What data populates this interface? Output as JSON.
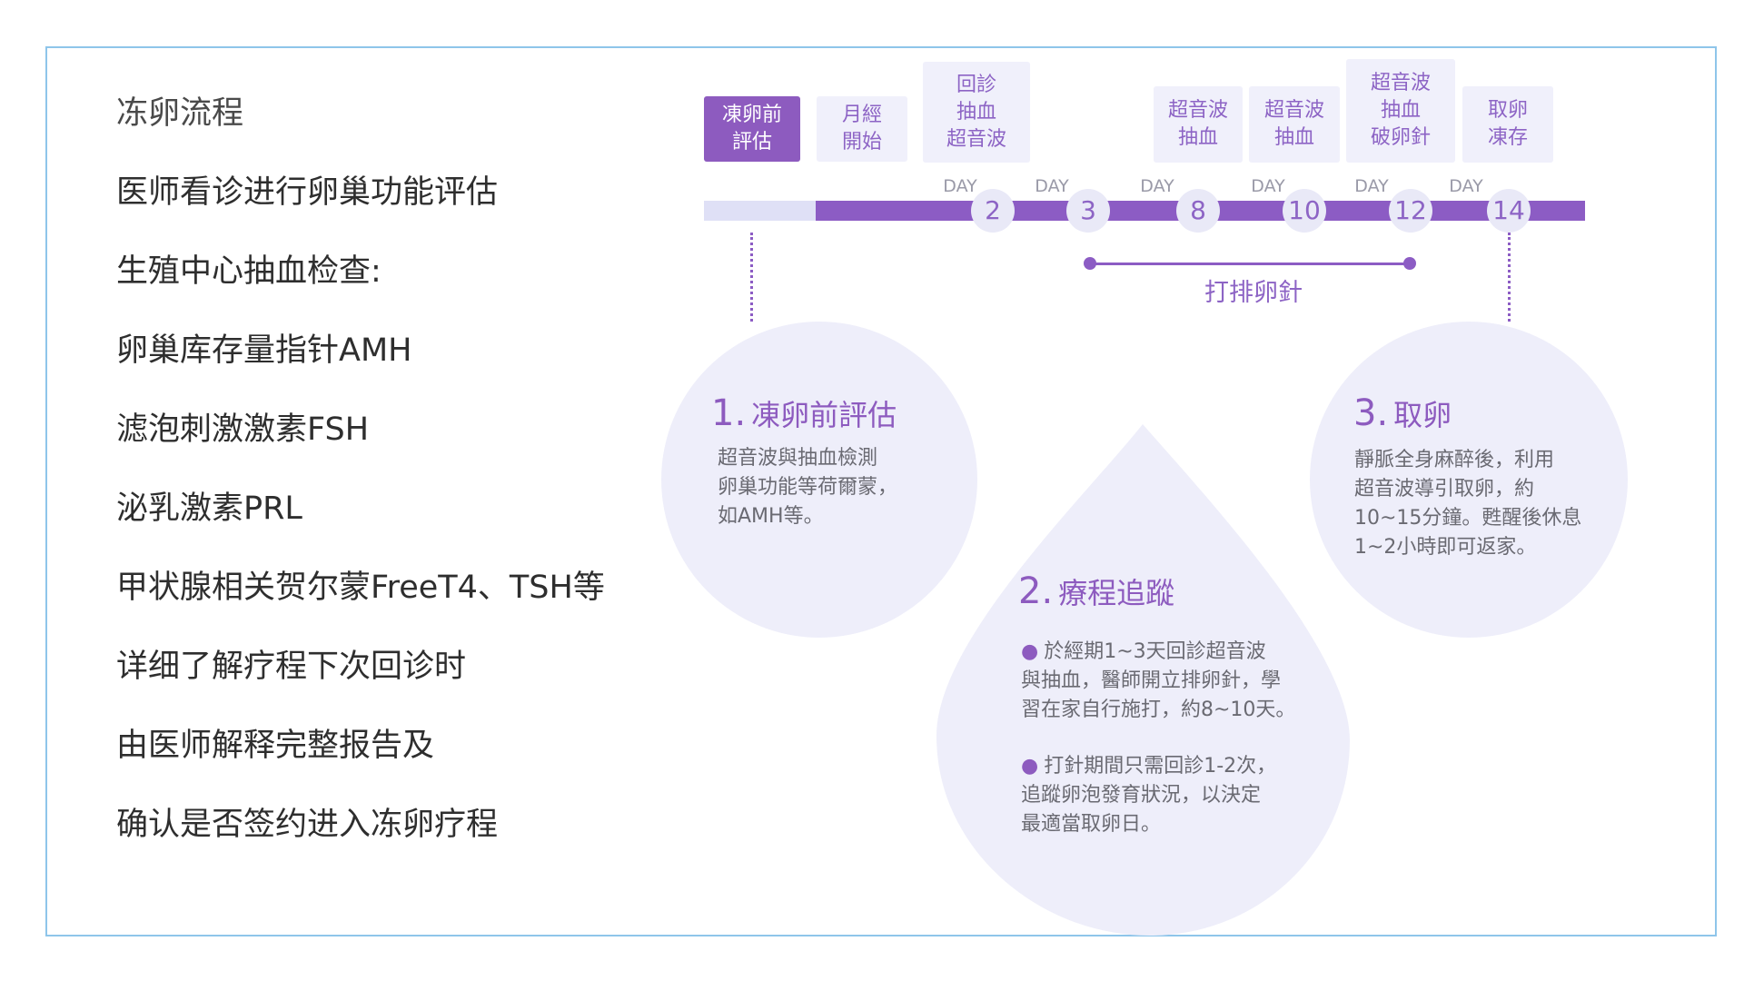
{
  "left_steps": [
    "冻卵流程",
    "医师看诊进行卵巢功能评估",
    "生殖中心抽血检查:",
    "卵巢库存量指针AMH",
    "滤泡刺激激素FSH",
    "泌乳激素PRL",
    "甲状腺相关贺尔蒙FreeT4、TSH等",
    "详细了解疗程下次回诊时",
    "由医师解释完整报告及",
    "确认是否签约进入冻卵疗程"
  ],
  "stages": [
    {
      "label": "凍卵前\n評估",
      "active": true
    },
    {
      "label": "月經\n開始",
      "active": false
    },
    {
      "label": "回診\n抽血\n超音波",
      "active": false
    },
    {
      "label": "超音波\n抽血",
      "active": false
    },
    {
      "label": "超音波\n抽血",
      "active": false
    },
    {
      "label": "超音波\n抽血\n破卵針",
      "active": false
    },
    {
      "label": "取卵\n凍存",
      "active": false
    }
  ],
  "timeline": {
    "day_word": "DAY",
    "days": [
      "2",
      "3",
      "8",
      "10",
      "12",
      "14"
    ],
    "injection_label": "打排卵針"
  },
  "cards": {
    "evaluation": {
      "number": "1.",
      "title": "凍卵前評估",
      "lines": [
        "超音波與抽血檢測",
        "卵巢功能等荷爾蒙，",
        "如AMH等。"
      ]
    },
    "tracking": {
      "number": "2.",
      "title": "療程追蹤",
      "bullet": "●",
      "para1": [
        "於經期1~3天回診超音波",
        "與抽血，醫師開立排卵針，學",
        "習在家自行施打，約8~10天。"
      ],
      "para2": [
        "打針期間只需回診1-2次，",
        "追蹤卵泡發育狀況，以決定",
        "最適當取卵日。"
      ]
    },
    "retrieval": {
      "number": "3.",
      "title": "取卵",
      "lines": [
        "靜脈全身麻醉後，利用",
        "超音波導引取卵，約",
        "10~15分鐘。甦醒後休息",
        "1~2小時即可返家。"
      ]
    }
  },
  "colors": {
    "accent": "#8c5cc4",
    "light": "#eeeefa",
    "frame": "#8ec5ea"
  }
}
